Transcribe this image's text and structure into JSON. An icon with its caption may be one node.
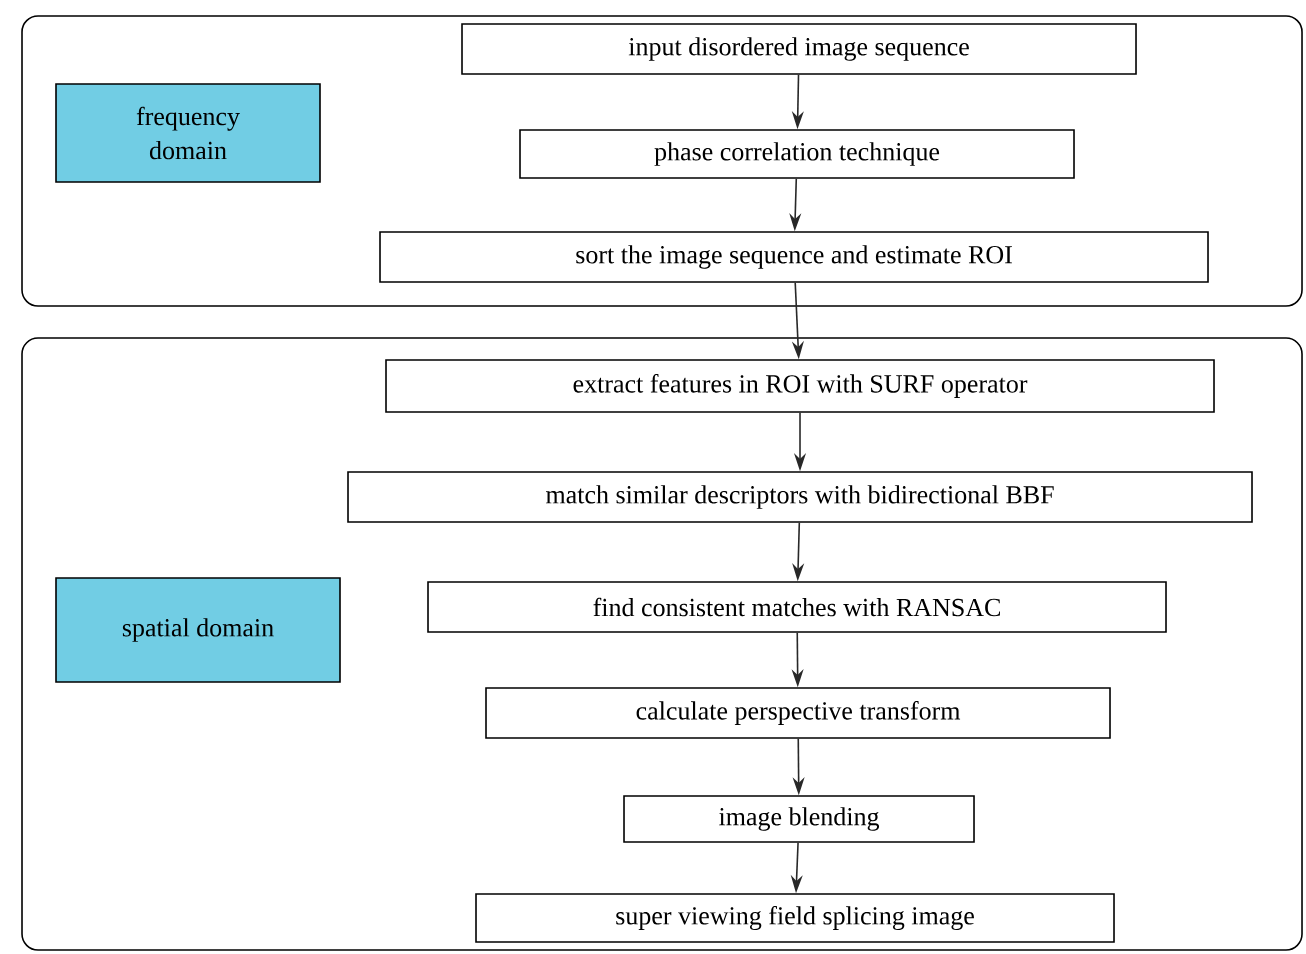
{
  "diagram": {
    "nodes": [
      {
        "text": [],
        "shape": "box"
      },
      {
        "text": [
          "frequency domain"
        ],
        "in": 0
      },
      {
        "text": [
          "input disordered image sequence"
        ],
        "in": 0
      },
      {
        "text": [
          "phase correlation technique"
        ],
        "in": 0
      },
      {
        "text": [
          "sort the image sequence and estimate ROI"
        ],
        "in": 0
      },
      {
        "text": [],
        "shape": "box"
      },
      {
        "text": [
          "spatial domain"
        ],
        "in": 5
      },
      {
        "text": [
          "extract features in ROI  with SURF operator"
        ],
        "in": 5
      },
      {
        "text": [
          "match similar descriptors with bidirectional BBF"
        ],
        "in": 5
      },
      {
        "text": [
          "find consistent matches with RANSAC"
        ],
        "in": 5
      },
      {
        "text": [
          "calculate perspective  transform"
        ],
        "in": 5
      },
      {
        "text": [
          "image blending"
        ],
        "in": 5
      },
      {
        "text": [
          "super viewing field splicing image"
        ],
        "in": 5
      }
    ],
    "edges": [
      {
        "from": 2,
        "to": 3,
        "arrow": "to"
      },
      {
        "from": 3,
        "to": 4,
        "arrow": "to"
      },
      {
        "from": 4,
        "to": 7,
        "arrow": "to"
      },
      {
        "from": 7,
        "to": 8,
        "arrow": "to"
      },
      {
        "from": 8,
        "to": 9,
        "arrow": "to"
      },
      {
        "from": 9,
        "to": 10,
        "arrow": "to"
      },
      {
        "from": 10,
        "to": 11,
        "arrow": "to"
      },
      {
        "from": 11,
        "to": 12,
        "arrow": "to"
      }
    ]
  }
}
